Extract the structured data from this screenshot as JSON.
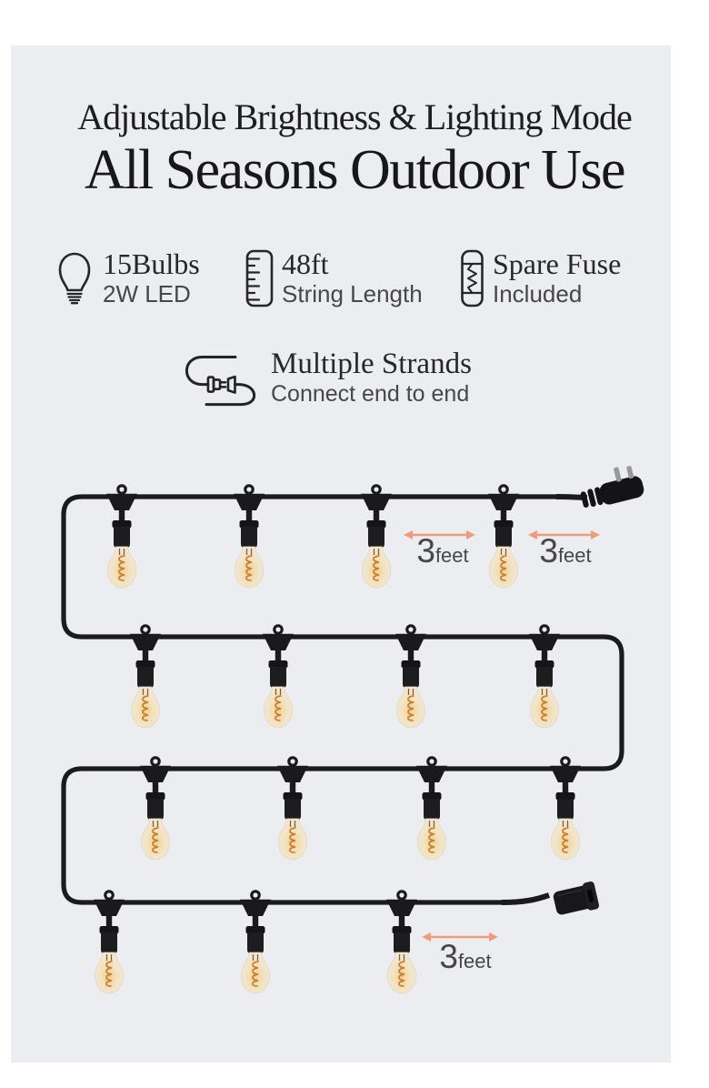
{
  "page": {
    "background": "#ffffff",
    "panel_background": "#ECEDF1"
  },
  "header": {
    "subtitle": "Adjustable Brightness & Lighting Mode",
    "title": "All Seasons Outdoor Use"
  },
  "features": [
    {
      "icon": "bulb-icon",
      "title": "15Bulbs",
      "subtitle": "2W LED"
    },
    {
      "icon": "ruler-icon",
      "title": "48ft",
      "subtitle": "String Length"
    },
    {
      "icon": "fuse-icon",
      "title": "Spare Fuse",
      "subtitle": "Included"
    }
  ],
  "strands": {
    "icon": "multiple-strands-icon",
    "title": "Multiple Strands",
    "subtitle": "Connect end to end"
  },
  "diagram": {
    "bulb_count": 15,
    "rows": 4,
    "annotations": [
      {
        "value": "3",
        "unit": "feet"
      },
      {
        "value": "3",
        "unit": "feet"
      },
      {
        "value": "3",
        "unit": "feet"
      }
    ],
    "colors": {
      "wire": "#1b1b1d",
      "arrow": "#F09B7B",
      "bulb_glass": "#f2e2bd",
      "filament": "#c8822f"
    }
  }
}
